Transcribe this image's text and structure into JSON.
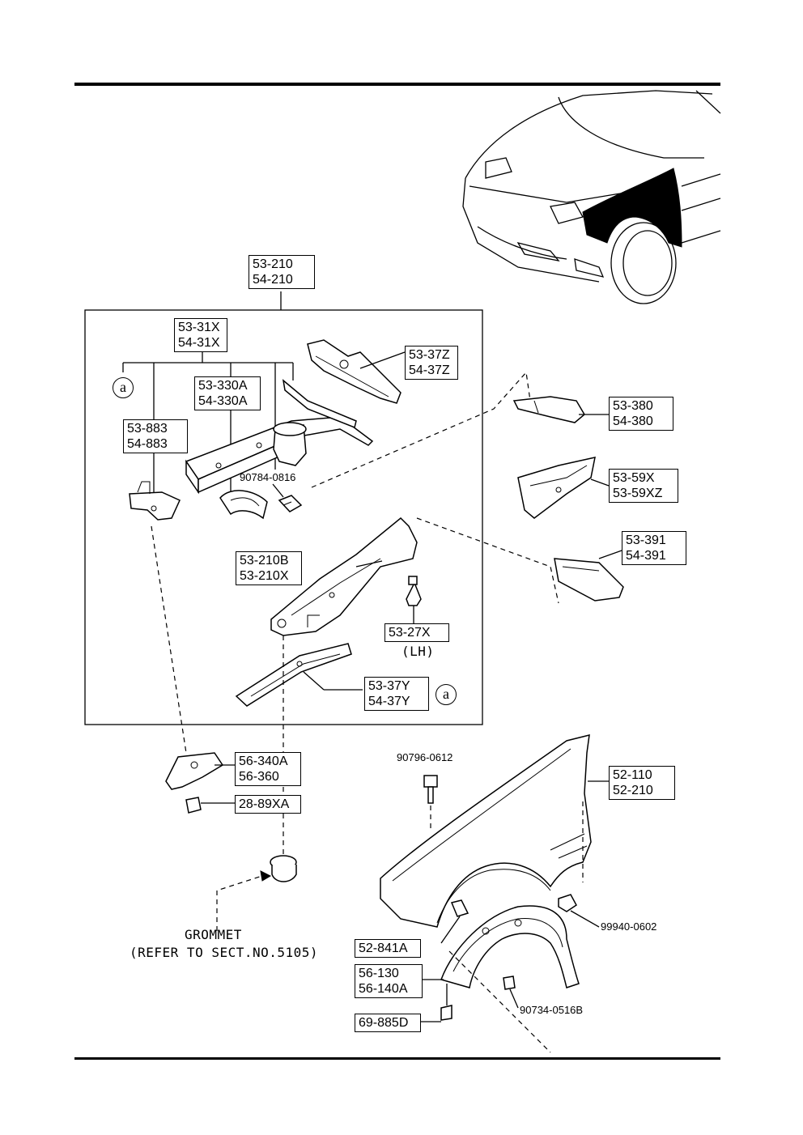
{
  "diagram": {
    "labels": {
      "main_assembly": [
        "53-210",
        "54-210"
      ],
      "frame_31x": [
        "53-31X",
        "54-31X"
      ],
      "rail_37z": [
        "53-37Z",
        "54-37Z"
      ],
      "bracket_330a": [
        "53-330A",
        "54-330A"
      ],
      "bracket_883": [
        "53-883",
        "54-883"
      ],
      "bracket_380": [
        "53-380",
        "54-380"
      ],
      "bracket_59x": [
        "53-59X",
        "53-59XZ"
      ],
      "gusset_391": [
        "53-391",
        "54-391"
      ],
      "apron_210b": [
        "53-210B",
        "53-210X"
      ],
      "clip_27x": [
        "53-27X"
      ],
      "rail_37y": [
        "53-37Y",
        "54-37Y"
      ],
      "mount_340a": [
        "56-340A",
        "56-360"
      ],
      "bolt_2889": [
        "28-89XA"
      ],
      "fender": [
        "52-110",
        "52-210"
      ],
      "seal_841a": [
        "52-841A"
      ],
      "liner": [
        "56-130",
        "56-140A"
      ],
      "clip_885d": [
        "69-885D"
      ]
    },
    "callouts": {
      "bolt_0816": "90784-0816",
      "bolt_0612": "90796-0612",
      "nut_0602": "99940-0602",
      "screw_0516b": "90734-0516B",
      "lh_note": "(LH)",
      "ref_marker": "a",
      "grommet_title": "GROMMET",
      "grommet_ref": "(REFER TO SECT.NO.5105)"
    }
  }
}
